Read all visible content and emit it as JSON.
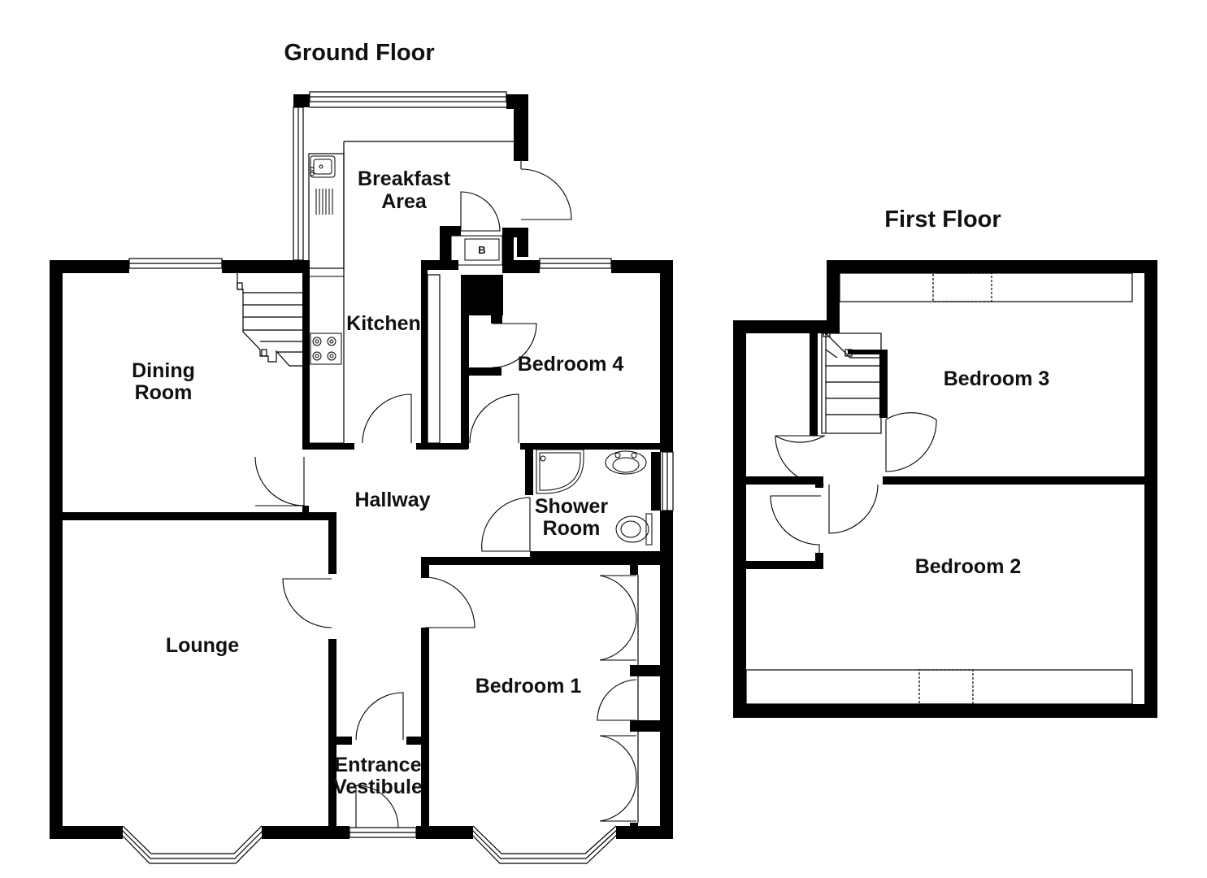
{
  "floors": [
    {
      "title": "Ground Floor"
    },
    {
      "title": "First Floor"
    }
  ],
  "rooms": {
    "breakfast_area": [
      "Breakfast",
      "Area"
    ],
    "kitchen": "Kitchen",
    "dining_room": [
      "Dining",
      "Room"
    ],
    "bedroom_4": "Bedroom 4",
    "hallway": "Hallway",
    "shower_room": [
      "Shower",
      "Room"
    ],
    "lounge": "Lounge",
    "bedroom_1": "Bedroom 1",
    "entrance_vestibule": [
      "Entrance",
      "Vestibule"
    ],
    "bedroom_3": "Bedroom 3",
    "bedroom_2": "Bedroom 2"
  },
  "boiler_label": "B"
}
